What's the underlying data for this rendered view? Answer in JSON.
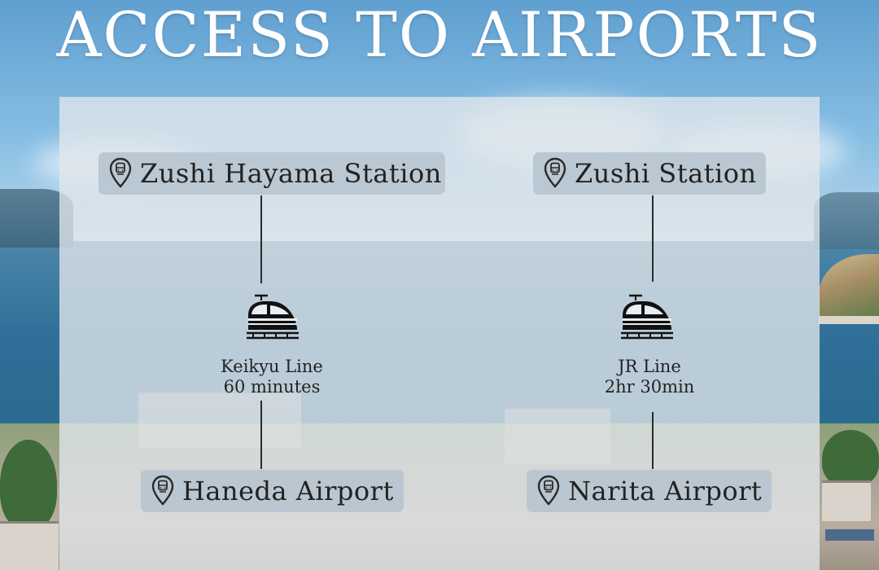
{
  "title": "ACCESS TO AIRPORTS",
  "colors": {
    "pill_bg": "#b7c5d0",
    "panel_bg": "#e2e7eb",
    "text": "#222222",
    "title_text": "#ffffff"
  },
  "icons": {
    "location": "station-pin-icon",
    "transport": "train-icon"
  },
  "routes": [
    {
      "origin": "Zushi Hayama Station",
      "line": "Keikyu Line",
      "duration": "60 minutes",
      "destination": "Haneda Airport"
    },
    {
      "origin": "Zushi Station",
      "line": "JR Line",
      "duration": "2hr 30min",
      "destination": "Narita Airport"
    }
  ]
}
